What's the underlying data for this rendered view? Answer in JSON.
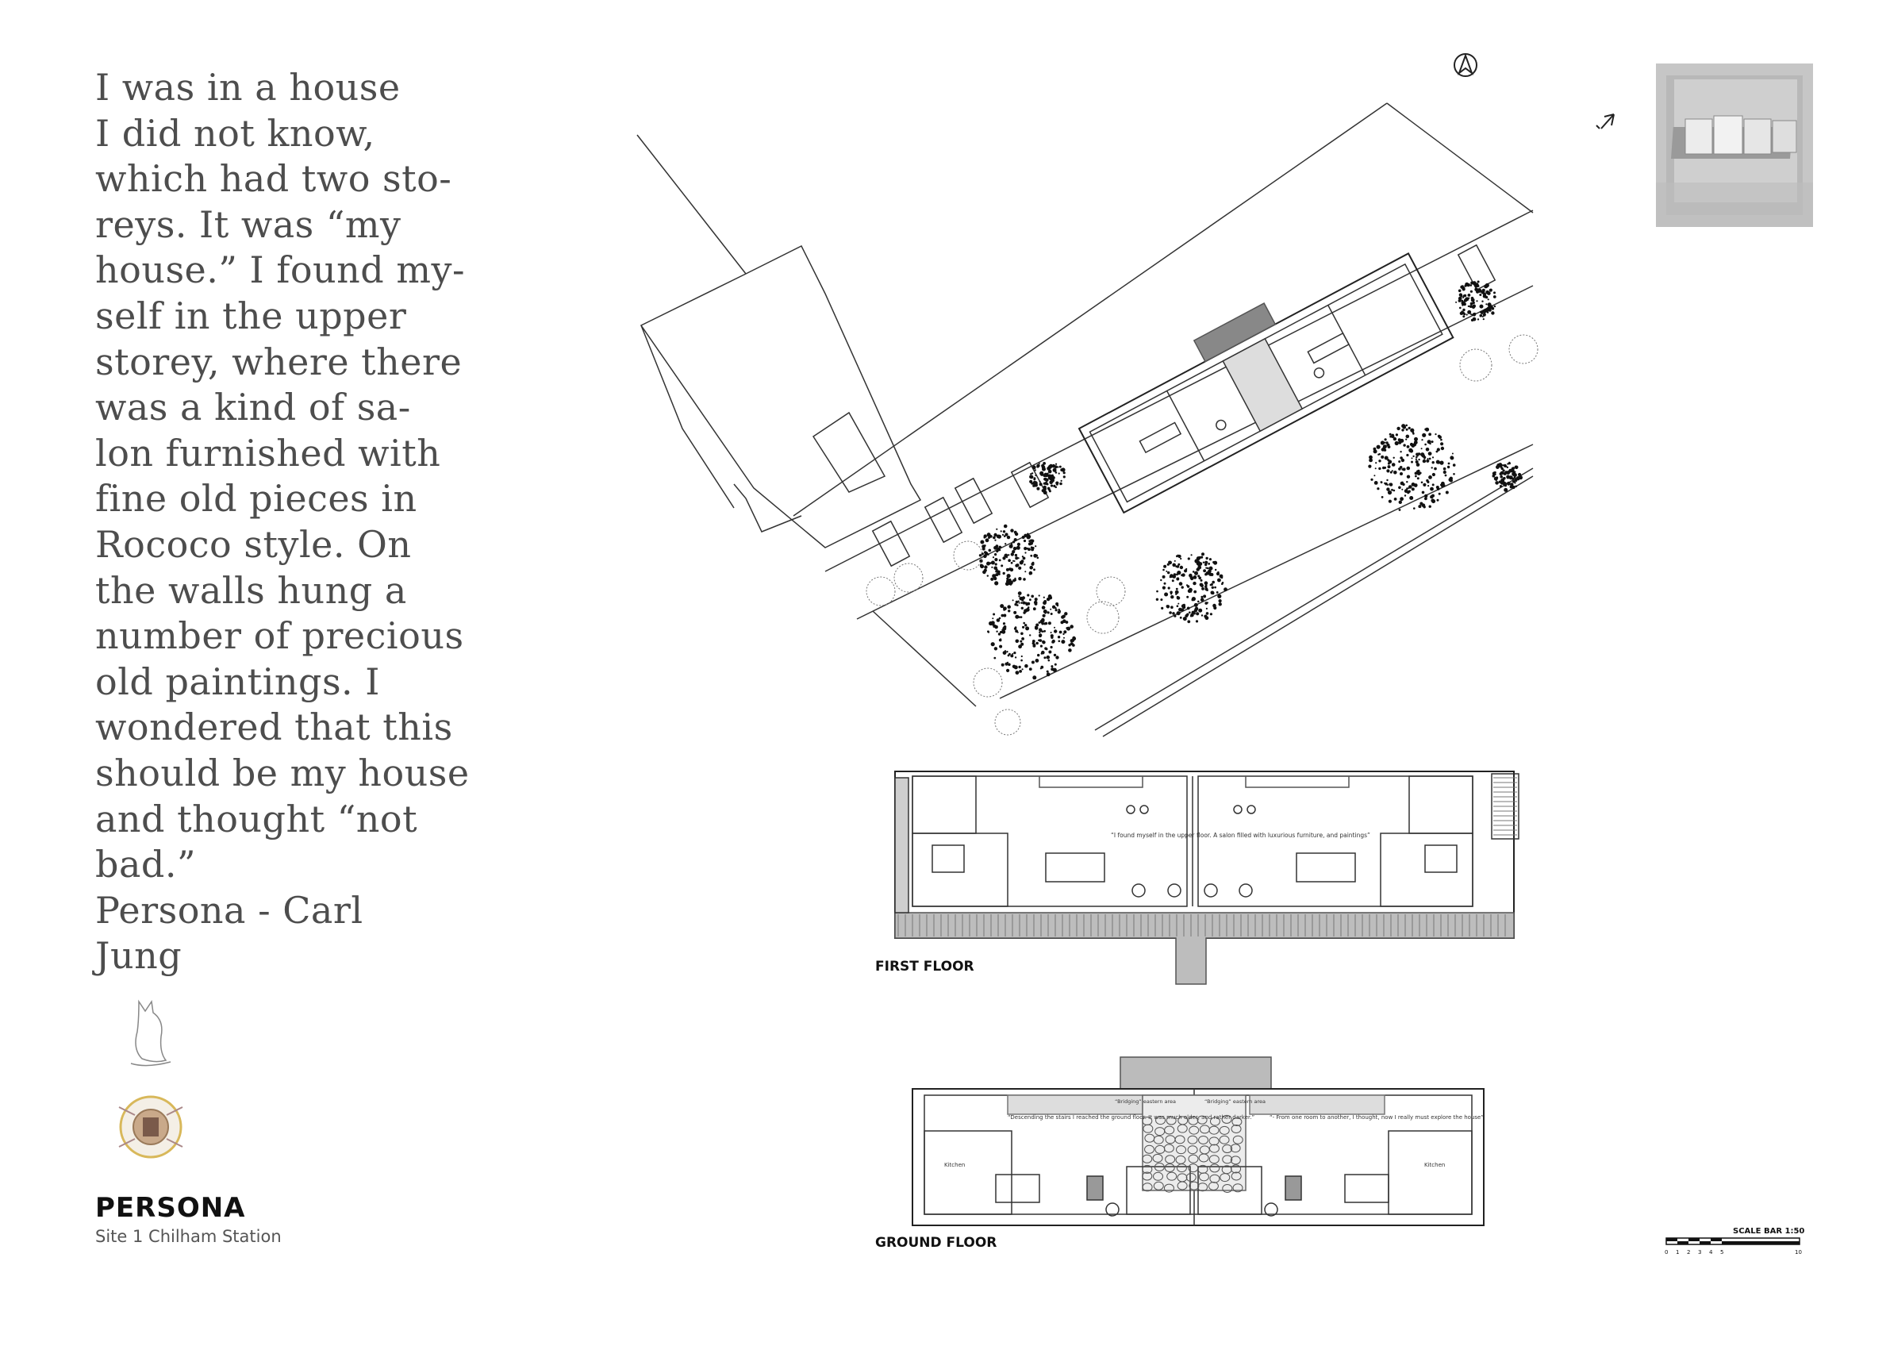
{
  "poem": {
    "lines": [
      "I was in a house",
      "I did not know,",
      "which had two sto-",
      "reys. It was “my",
      "house.” I found my-",
      "self in the upper",
      "storey, where there",
      "was a kind of sa-",
      "lon furnished with",
      "fine old pieces in",
      "Rococo style. On",
      "the walls hung a",
      "number of precious",
      "old paintings. I",
      "wondered that this",
      "should be my house",
      "and thought “not",
      "bad.”",
      "Persona -  Carl",
      "Jung"
    ]
  },
  "project": {
    "title": "PERSONA",
    "subtitle": "Site 1 Chilham Station"
  },
  "plans": {
    "first_floor_label": "FIRST FLOOR",
    "ground_floor_label": "GROUND FLOOR",
    "first_floor_note": "“I found myself in the upper floor. A salon filled with luxurious furniture, and paintings”",
    "ground_note_left": "“Descending the stairs I reached the ground floor. It was much older, and rather darker.”",
    "ground_note_right": "“- From one room to another, I thought, now I really must explore the house”",
    "ground_note_mid_left": "“Bridging” eastern area",
    "ground_note_mid_right": "“Bridging” eastern area",
    "kitchen_left": "Kitchen",
    "kitchen_right": "Kitchen"
  },
  "scale_bar": {
    "label": "SCALE BAR 1:50",
    "ticks": [
      "0",
      "1",
      "2",
      "3",
      "4",
      "5",
      "10"
    ]
  },
  "icons": {
    "north": "north-arrow-icon",
    "orientation": "orientation-arrow-icon"
  }
}
